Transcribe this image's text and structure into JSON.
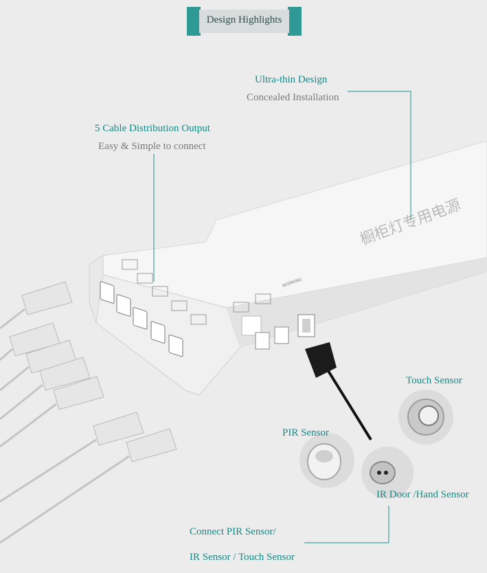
{
  "header": {
    "title": "Design Highlights"
  },
  "callouts": {
    "ultra_thin": {
      "title": "Ultra-thin Design",
      "subtitle": "Concealed Installation"
    },
    "cable_output": {
      "title": "5 Cable Distribution Output",
      "subtitle": "Easy & Simple to connect"
    },
    "connect": {
      "line1": "Connect PIR Sensor/",
      "line2": "IR Sensor / Touch Sensor"
    }
  },
  "sensors": {
    "touch": "Touch Sensor",
    "pir": "PIR Sensor",
    "ir": "IR Door /Hand  Sensor"
  },
  "device": {
    "port_label": "WORKING",
    "chinese_marking": "橱柜灯专用电源"
  },
  "colors": {
    "accent": "#138a86",
    "banner": "#2f9a95",
    "background": "#ececec",
    "device": "#f4f4f4"
  }
}
